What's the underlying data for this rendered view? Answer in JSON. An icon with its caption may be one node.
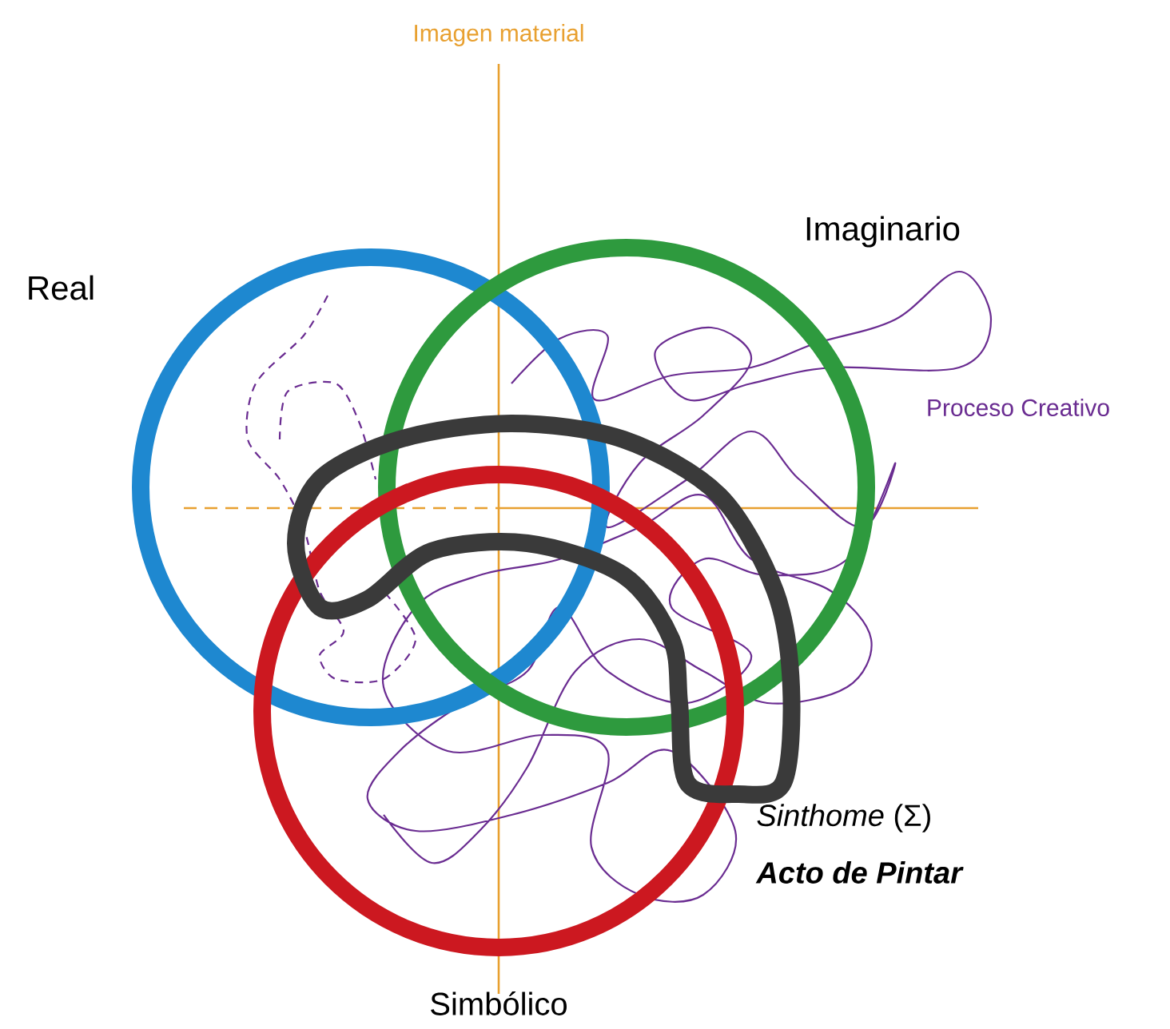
{
  "diagram": {
    "labels": [
      "Imagen material",
      "Real",
      "Imaginario",
      "Proceso Creativo",
      "*Sinthome* (Σ)",
      "Acto de Pintar",
      "Simbólico"
    ]
  }
}
